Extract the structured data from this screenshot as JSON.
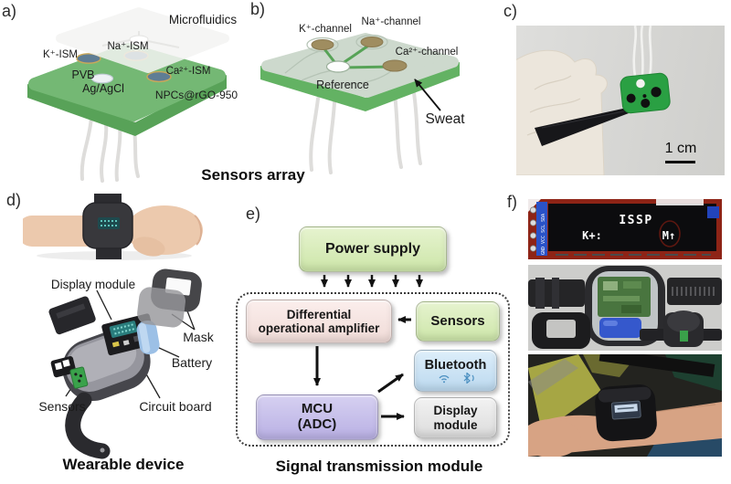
{
  "panel_a": {
    "label": "a)",
    "microfluidics": "Microfluidics",
    "k_ism": "K⁺-ISM",
    "na_ism": "Na⁺-ISM",
    "ca_ism": "Ca²⁺-ISM",
    "pvb": "PVB",
    "ag_agcl": "Ag/AgCl",
    "npcs": "NPCs@rGO-950",
    "caption": "Sensors array"
  },
  "panel_b": {
    "label": "b)",
    "k_channel": "K⁺-channel",
    "na_channel": "Na⁺-channel",
    "ca_channel": "Ca²⁺-channel",
    "reference": "Reference",
    "sweat": "Sweat"
  },
  "panel_c": {
    "label": "c)",
    "scale_bar": "1 cm"
  },
  "panel_d": {
    "label": "d)",
    "display_module": "Display module",
    "mask": "Mask",
    "battery": "Battery",
    "circuit_board": "Circuit board",
    "sensors": "Sensors",
    "caption": "Wearable device"
  },
  "panel_e": {
    "label": "e)",
    "power_supply": "Power supply",
    "amplifier_line1": "Differential",
    "amplifier_line2": "operational amplifier",
    "sensors": "Sensors",
    "mcu_line1": "MCU",
    "mcu_line2": "(ADC)",
    "bluetooth": "Bluetooth",
    "display_line1": "Display",
    "display_line2": "module",
    "caption": "Signal transmission module",
    "icons": [
      "wifi-icon",
      "bluetooth-icon"
    ]
  },
  "panel_f": {
    "label": "f)",
    "oled_line1": "ISSP",
    "oled_line2_left": "K+:",
    "oled_line2_right": "M↑",
    "pin_labels": "GND VCC SCL SDA"
  },
  "colors": {
    "board_green": "#74b874",
    "plate_green": "#cdd9cd",
    "patch_green": "#2aa043",
    "box_green": "#d9edbe",
    "box_pink": "#f7e5e3",
    "box_purple": "#c7c0ea",
    "box_blue": "#c9e2f5",
    "box_gray": "#e6e6e6",
    "accent_blue": "#4a8fc0"
  }
}
